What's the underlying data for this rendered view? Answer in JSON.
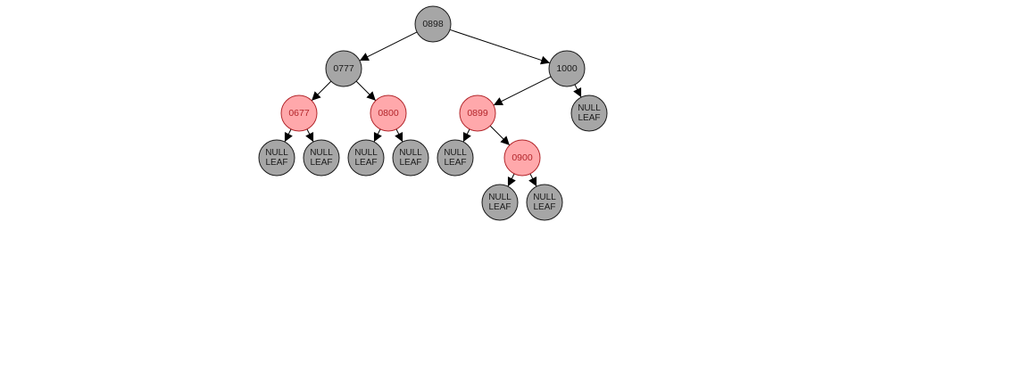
{
  "colors": {
    "black_node_fill": "#a6a6a6",
    "black_node_stroke": "#1a1a1a",
    "red_node_fill": "#ffa8ab",
    "red_node_stroke": "#b3262b",
    "black_text": "#1a1a1a",
    "red_text": "#b3262b",
    "edge": "#000000",
    "background": "#ffffff"
  },
  "tree": {
    "nodes": [
      {
        "id": "n0898",
        "label": "0898",
        "color": "black"
      },
      {
        "id": "n0777",
        "label": "0777",
        "color": "black"
      },
      {
        "id": "n1000",
        "label": "1000",
        "color": "black"
      },
      {
        "id": "n0677",
        "label": "0677",
        "color": "red"
      },
      {
        "id": "n0800",
        "label": "0800",
        "color": "red"
      },
      {
        "id": "n0899",
        "label": "0899",
        "color": "red"
      },
      {
        "id": "n0900",
        "label": "0900",
        "color": "red"
      }
    ],
    "leaf_text": [
      "NULL",
      "LEAF"
    ],
    "edges": [
      [
        "n0898",
        "n0777"
      ],
      [
        "n0898",
        "n1000"
      ],
      [
        "n0777",
        "n0677"
      ],
      [
        "n0777",
        "n0800"
      ],
      [
        "n1000",
        "n0899"
      ],
      [
        "n1000",
        "leaf-1000-r"
      ],
      [
        "n0677",
        "leaf-0677-l"
      ],
      [
        "n0677",
        "leaf-0677-r"
      ],
      [
        "n0800",
        "leaf-0800-l"
      ],
      [
        "n0800",
        "leaf-0800-r"
      ],
      [
        "n0899",
        "leaf-0899-l"
      ],
      [
        "n0899",
        "n0900"
      ],
      [
        "n0900",
        "leaf-0900-l"
      ],
      [
        "n0900",
        "leaf-0900-r"
      ]
    ]
  }
}
